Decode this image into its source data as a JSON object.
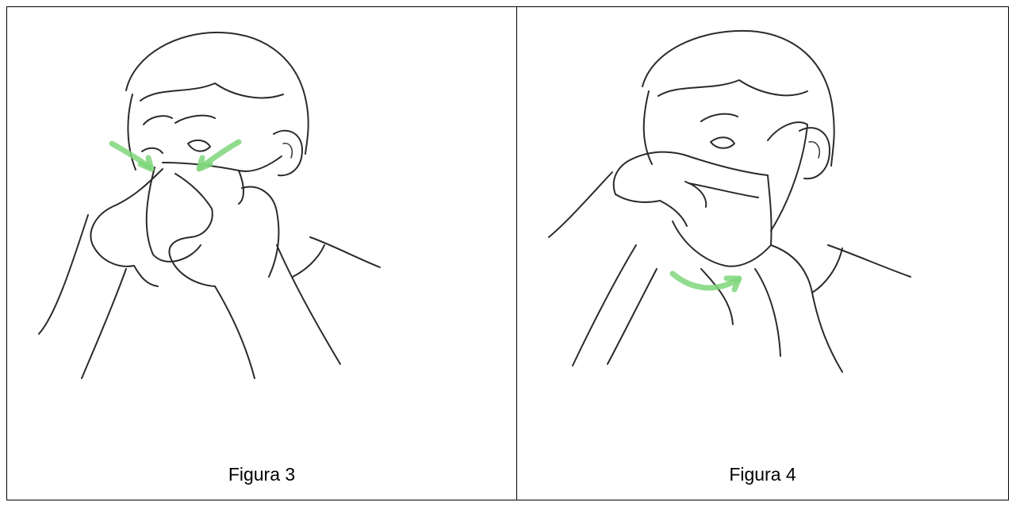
{
  "figures": [
    {
      "caption": "Figura 3",
      "illustration": "person-pressing-mask-nose-clip-with-fingers",
      "arrow_color": "#7ed67a"
    },
    {
      "caption": "Figura 4",
      "illustration": "person-pulling-mask-under-chin",
      "arrow_color": "#7ed67a"
    }
  ],
  "colors": {
    "border": "#000000",
    "line_art": "#2b2b2b",
    "arrow": "#7ed67a"
  }
}
